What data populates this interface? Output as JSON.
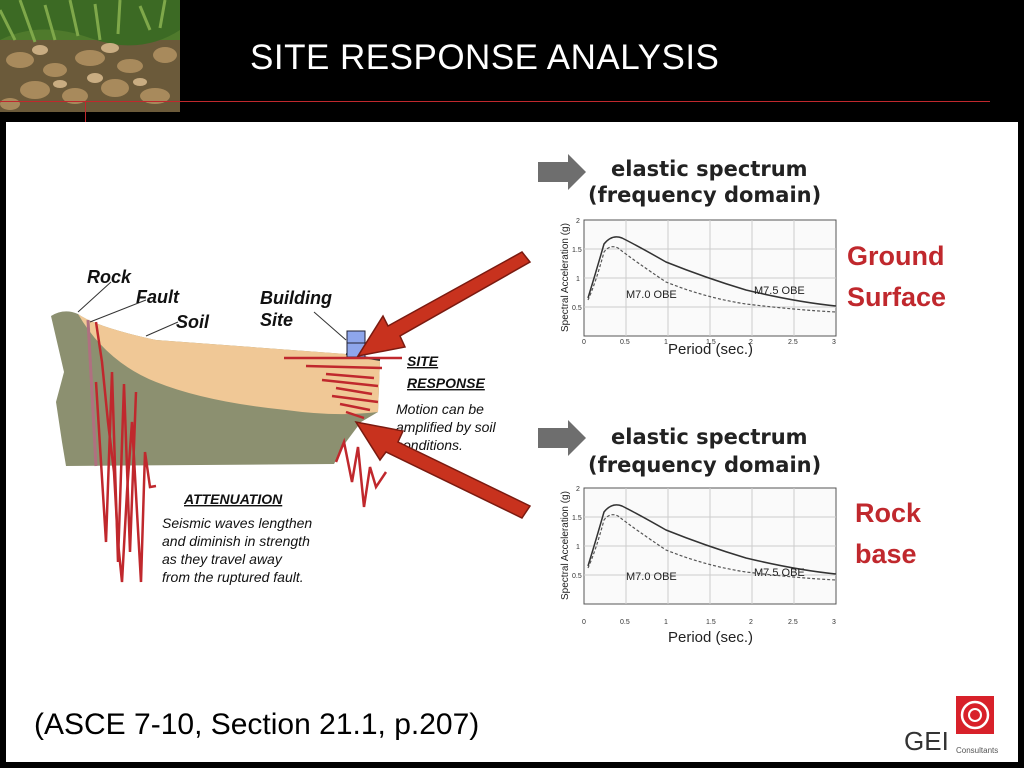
{
  "slide": {
    "title": "SITE RESPONSE ANALYSIS",
    "citation": "(ASCE 7-10, Section 21.1, p.207)"
  },
  "diagram": {
    "rock": "Rock",
    "fault": "Fault",
    "soil": "Soil",
    "building_line1": "Building",
    "building_line2": "Site",
    "site_response_line1": "SITE",
    "site_response_line2": "RESPONSE",
    "motion_lines": [
      "Motion can be",
      "amplified by soil",
      "conditions."
    ],
    "attenuation_title": "ATTENUATION",
    "attenuation_lines": [
      "Seismic waves lengthen",
      "and diminish in strength",
      "as they travel away",
      "from the ruptured fault."
    ]
  },
  "spectra": [
    {
      "heading_line1": "elastic spectrum",
      "heading_line2": "(frequency domain)",
      "y_axis": "Spectral Acceleration (g)",
      "x_axis": "Period (sec.)",
      "curve1": "M7.0 OBE",
      "curve2": "M7.5 OBE",
      "side_label_line1": "Ground",
      "side_label_line2": "Surface"
    },
    {
      "heading_line1": "elastic spectrum",
      "heading_line2": "(frequency domain)",
      "y_axis": "Spectral Acceleration (g)",
      "x_axis": "Period (sec.)",
      "curve1": "M7.0 OBE",
      "curve2": "M7.5 OBE",
      "side_label_line1": "Rock",
      "side_label_line2": "base"
    }
  ],
  "spectrum_ticks": {
    "x": [
      "0",
      "0.5",
      "1",
      "1.5",
      "2",
      "2.5",
      "3"
    ],
    "y": [
      "0.5",
      "1",
      "1.5",
      "2"
    ]
  },
  "logo": {
    "name": "GEI",
    "sub": "Consultants"
  },
  "colors": {
    "accent_red": "#c0282d",
    "arrow_red": "#c8321e",
    "soil": "#f0c896",
    "rock": "#8c9070"
  }
}
